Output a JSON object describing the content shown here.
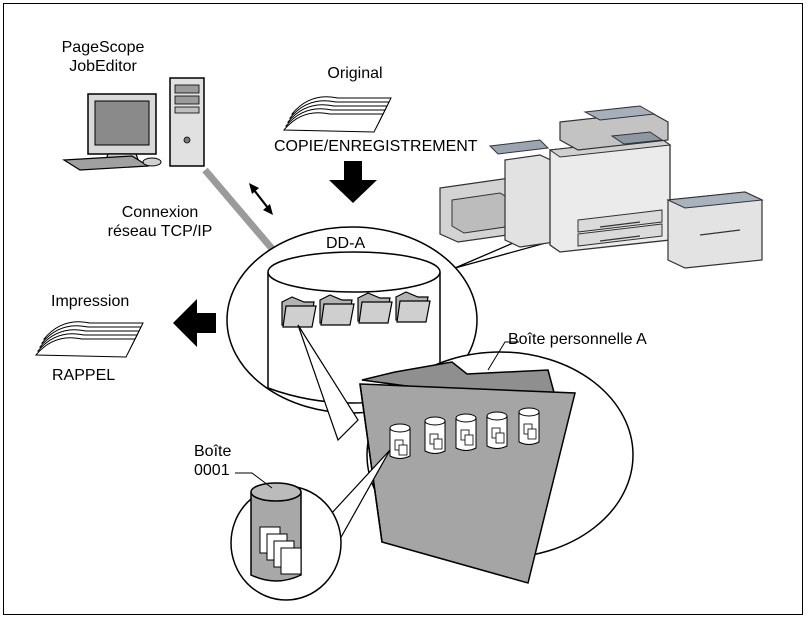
{
  "labels": {
    "software_line1": "PageScope",
    "software_line2": "JobEditor",
    "original": "Original",
    "copy_store": "COPIE/ENREGISTREMENT",
    "network_line1": "Connexion",
    "network_line2": "réseau TCP/IP",
    "hdd": "DD-A",
    "print": "Impression",
    "recall": "RAPPEL",
    "personal_box": "Boîte personnelle A",
    "box_line1": "Boîte",
    "box_line2": "0001"
  },
  "colors": {
    "line": "#000000",
    "gray_fill": "#a9a9a9",
    "light_fill": "#ffffff",
    "cable": "#9b9b9b",
    "arrow": "#000000"
  }
}
